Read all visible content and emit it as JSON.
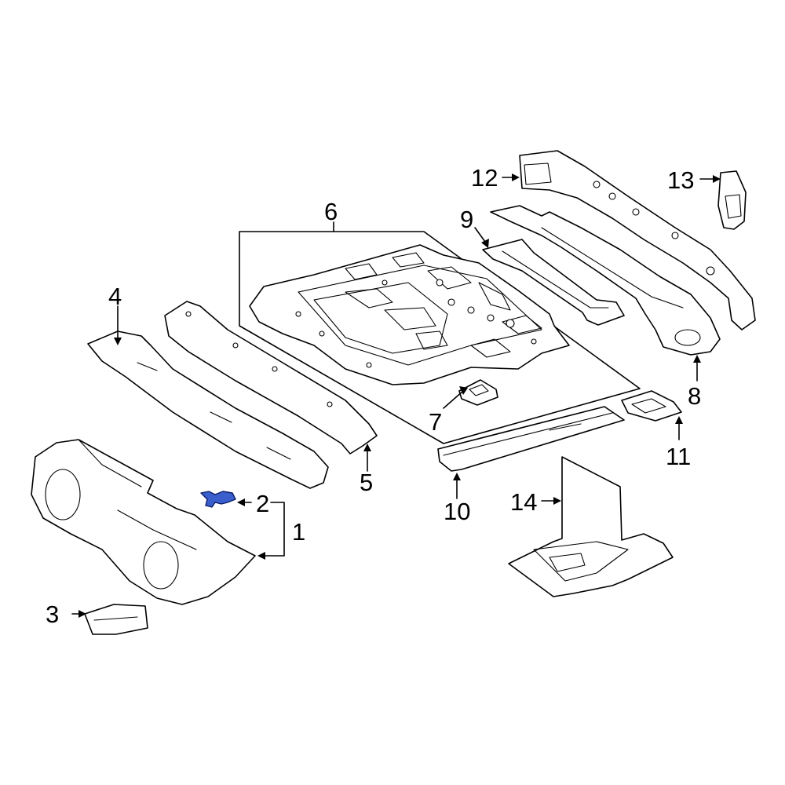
{
  "callouts": [
    {
      "id": "1",
      "label": "1"
    },
    {
      "id": "2",
      "label": "2"
    },
    {
      "id": "3",
      "label": "3"
    },
    {
      "id": "4",
      "label": "4"
    },
    {
      "id": "5",
      "label": "5"
    },
    {
      "id": "6",
      "label": "6"
    },
    {
      "id": "7",
      "label": "7"
    },
    {
      "id": "8",
      "label": "8"
    },
    {
      "id": "9",
      "label": "9"
    },
    {
      "id": "10",
      "label": "10"
    },
    {
      "id": "11",
      "label": "11"
    },
    {
      "id": "12",
      "label": "12"
    },
    {
      "id": "13",
      "label": "13"
    },
    {
      "id": "14",
      "label": "14"
    }
  ],
  "colors": {
    "line": "#000000",
    "background": "#ffffff",
    "highlight_part": "#3a5fcd"
  },
  "highlighted_callout": "2"
}
